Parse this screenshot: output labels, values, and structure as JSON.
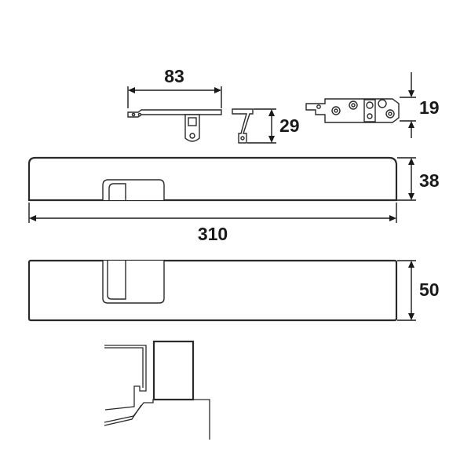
{
  "dimensions": {
    "bracket_length": "83",
    "bracket_height": "29",
    "hinge_height": "19",
    "body_height_side": "38",
    "body_length": "310",
    "body_height_top": "50"
  },
  "colors": {
    "line": "#2a2a2a",
    "background": "#ffffff"
  }
}
